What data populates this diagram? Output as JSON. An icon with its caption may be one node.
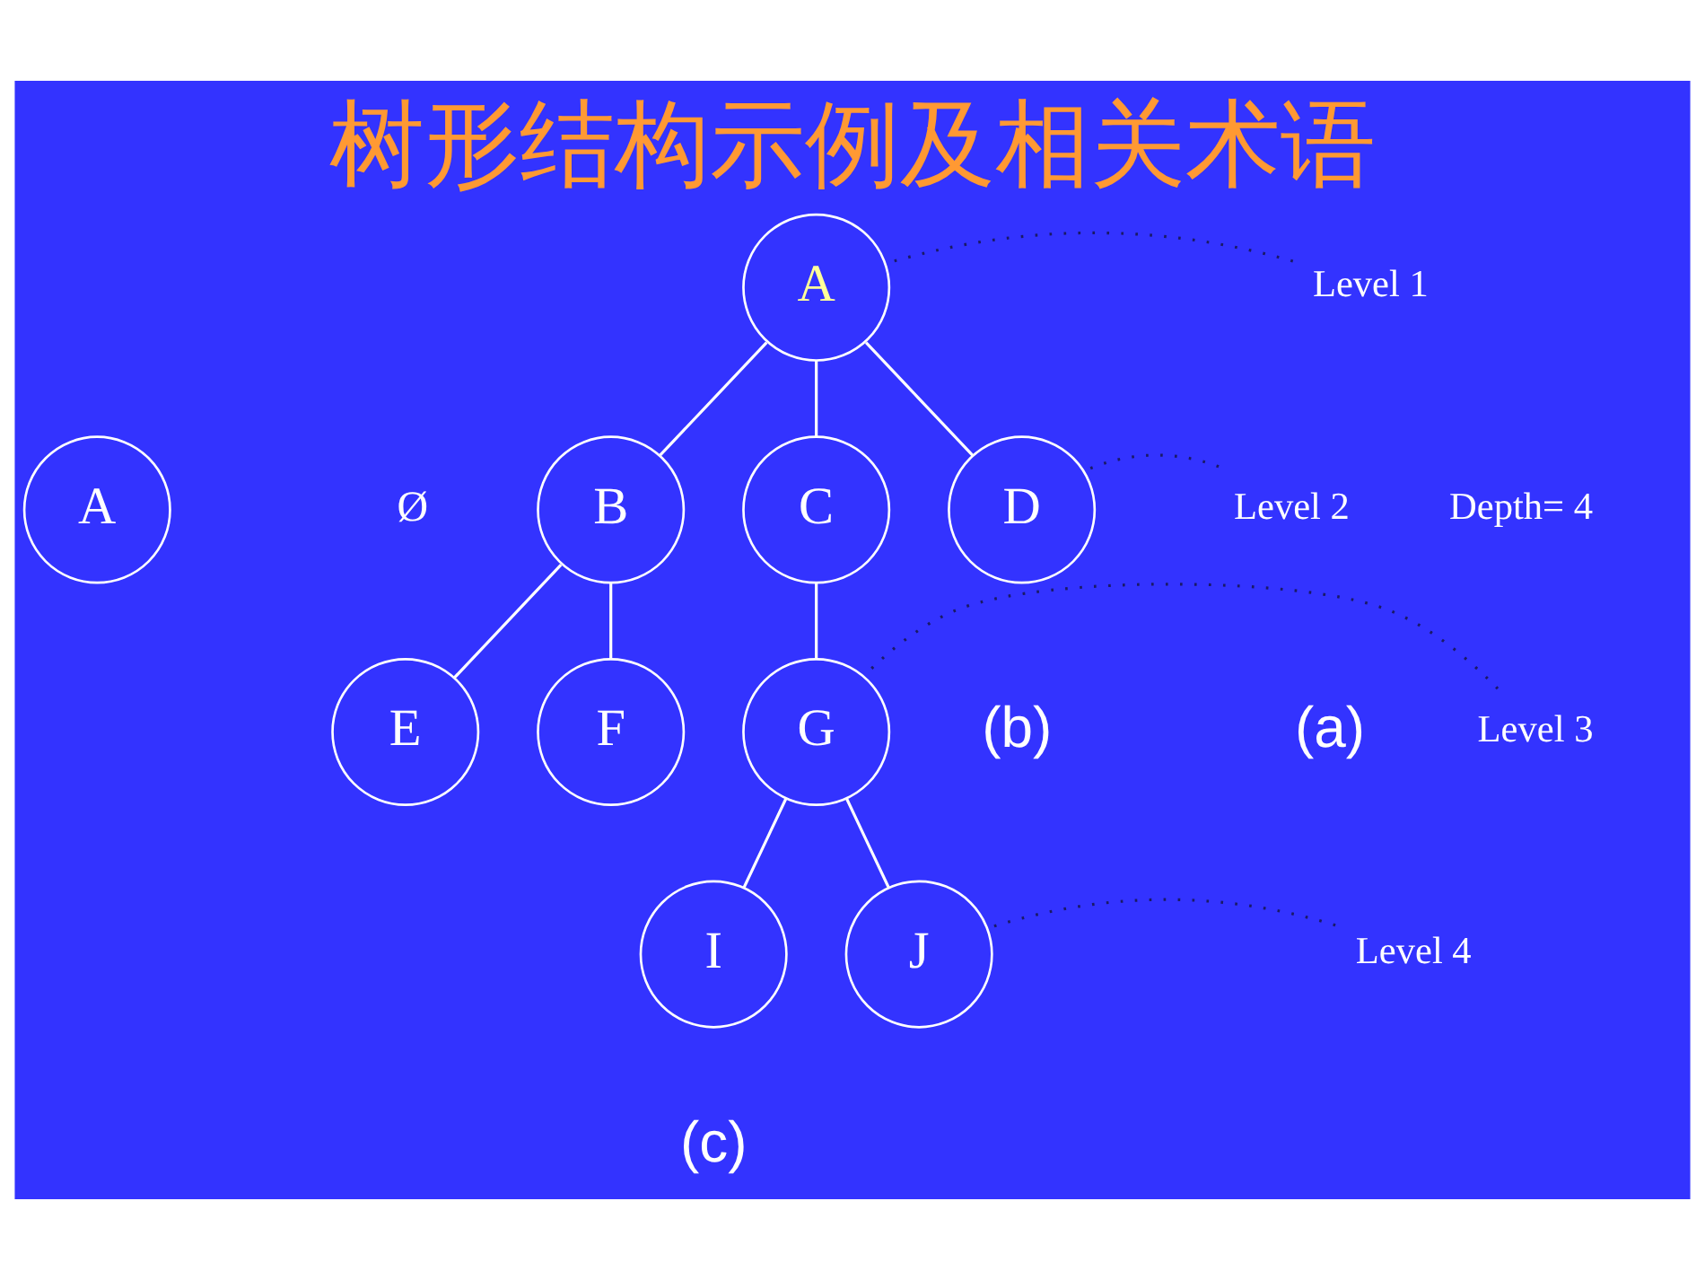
{
  "diagram": {
    "title": "树形结构示例及相关术语",
    "nodes": [
      {
        "text": [
          "A"
        ]
      },
      {
        "text": [
          "A"
        ]
      },
      {
        "text": [
          "B"
        ]
      },
      {
        "text": [
          "C"
        ]
      },
      {
        "text": [
          "D"
        ]
      },
      {
        "text": [
          "E"
        ]
      },
      {
        "text": [
          "F"
        ]
      },
      {
        "text": [
          "G"
        ]
      },
      {
        "text": [
          "I"
        ]
      },
      {
        "text": [
          "J"
        ]
      },
      {
        "text": [
          "Level 1"
        ]
      },
      {
        "text": [
          "Level 2"
        ]
      },
      {
        "text": [
          "Level 3"
        ]
      },
      {
        "text": [
          "Level 4"
        ]
      }
    ],
    "edges": [
      {
        "from": 1,
        "to": 2,
        "arrow": "none"
      },
      {
        "from": 1,
        "to": 3,
        "arrow": "none"
      },
      {
        "from": 1,
        "to": 4,
        "arrow": "none"
      },
      {
        "from": 2,
        "to": 5,
        "arrow": "none"
      },
      {
        "from": 2,
        "to": 6,
        "arrow": "none"
      },
      {
        "from": 3,
        "to": 7,
        "arrow": "none"
      },
      {
        "from": 7,
        "to": 8,
        "arrow": "none"
      },
      {
        "from": 7,
        "to": 9,
        "arrow": "none"
      },
      {
        "from": 10,
        "to": 1,
        "arrow": "none",
        "style": "dashed",
        "color": "#1a1a66"
      },
      {
        "from": 11,
        "to": 4,
        "arrow": "none",
        "style": "dashed",
        "color": "#1a1a66"
      },
      {
        "from": 12,
        "to": 7,
        "arrow": "none",
        "style": "dashed",
        "color": "#1a1a66"
      },
      {
        "from": 13,
        "to": 9,
        "arrow": "none",
        "style": "dashed",
        "color": "#1a1a66"
      }
    ],
    "labels": [
      "Ø",
      "(a)",
      "(b)",
      "Depth= 4",
      "(c)"
    ]
  }
}
